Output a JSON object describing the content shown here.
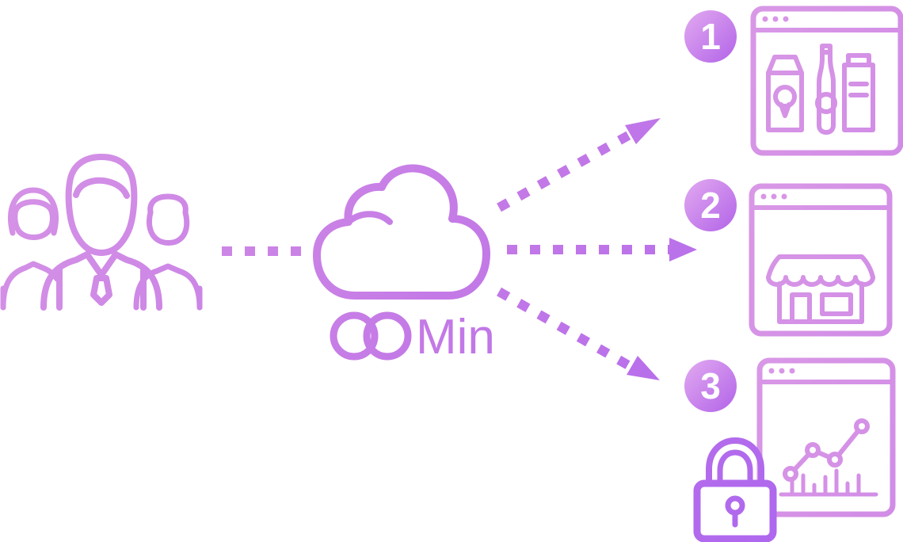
{
  "diagram": {
    "background": "#ffffff",
    "colors": {
      "gradient_start": "#d998e6",
      "gradient_mid": "#c47ae6",
      "gradient_end": "#a862f0",
      "badge_gradient_start": "#e2aaf0",
      "badge_gradient_end": "#b263e8",
      "badge_text": "#ffffff"
    },
    "source": {
      "icon": "people-group-icon"
    },
    "hub": {
      "icon": "cloud-icon",
      "logo_icon": "infinity-logo-icon",
      "label": "Min"
    },
    "connectors": [
      "people-to-cloud",
      "cloud-to-step-1",
      "cloud-to-step-2",
      "cloud-to-step-3"
    ],
    "steps": [
      {
        "number": "1",
        "icon": "browser-groceries-icon"
      },
      {
        "number": "2",
        "icon": "browser-storefront-icon"
      },
      {
        "number": "3",
        "icon": "browser-analytics-icon"
      }
    ],
    "extra_icons": [
      "padlock-icon"
    ]
  }
}
